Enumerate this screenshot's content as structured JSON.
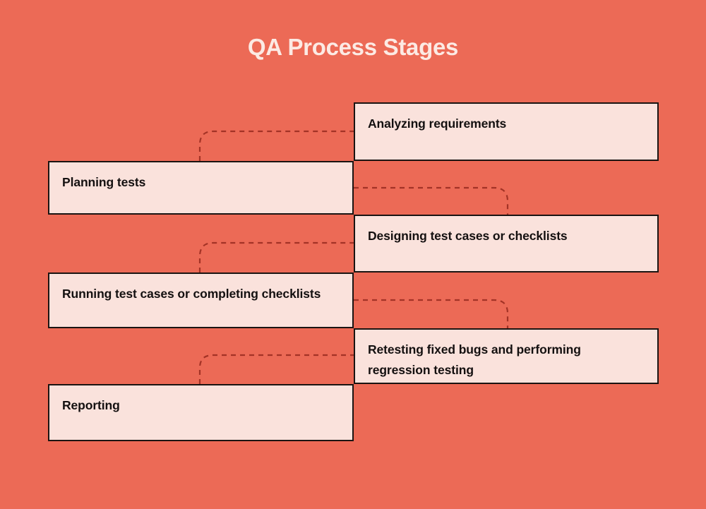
{
  "page": {
    "title": "QA Process Stages",
    "background_color": "#EC6A56",
    "box_fill_color": "#FAE2DC",
    "box_border_color": "#1a1412",
    "connector_color": "#A33326",
    "title_color": "#FCEAE4"
  },
  "diagram": {
    "type": "zigzag-process-flow",
    "stages": [
      {
        "index": 1,
        "label": "Analyzing requirements",
        "side": "right"
      },
      {
        "index": 2,
        "label": "Planning tests",
        "side": "left"
      },
      {
        "index": 3,
        "label": "Designing test cases or checklists",
        "side": "right"
      },
      {
        "index": 4,
        "label": "Running test cases or completing checklists",
        "side": "left"
      },
      {
        "index": 5,
        "label": "Retesting fixed bugs and performing regression testing",
        "side": "right"
      },
      {
        "index": 6,
        "label": "Reporting",
        "side": "left"
      }
    ],
    "connectors": [
      {
        "from": "Planning tests",
        "to": "Analyzing requirements",
        "style": "dashed-curve"
      },
      {
        "from": "Planning tests",
        "to": "Designing test cases or checklists",
        "style": "dashed-curve"
      },
      {
        "from": "Running test cases or completing checklists",
        "to": "Designing test cases or checklists",
        "style": "dashed-curve"
      },
      {
        "from": "Running test cases or completing checklists",
        "to": "Retesting fixed bugs and performing regression testing",
        "style": "dashed-curve"
      },
      {
        "from": "Reporting",
        "to": "Retesting fixed bugs and performing regression testing",
        "style": "dashed-curve"
      }
    ]
  }
}
